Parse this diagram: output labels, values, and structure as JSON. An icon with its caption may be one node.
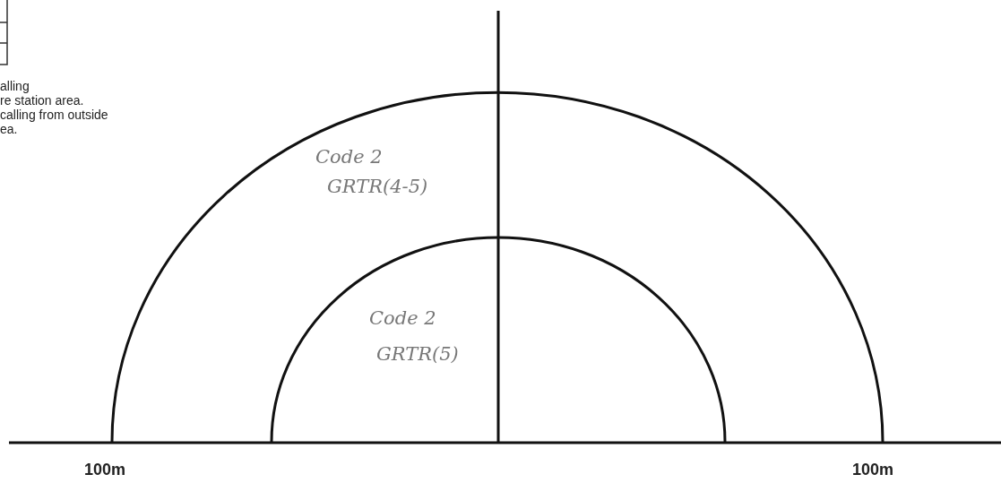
{
  "diagram": {
    "labels": [
      "alling",
      "re station area.",
      "calling from outside",
      "ea.",
      "Code 2",
      "GRTR(4-5)",
      "Code 2",
      "GRTR(5)",
      "100m",
      "100m"
    ]
  }
}
